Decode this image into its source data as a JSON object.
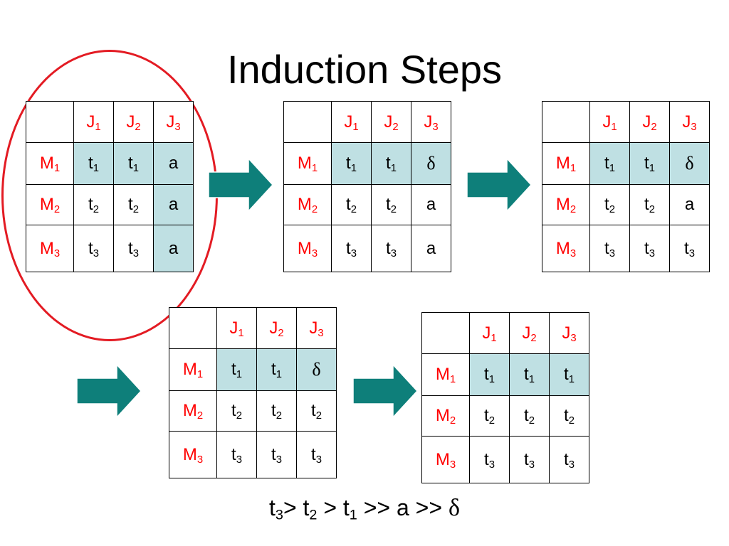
{
  "title": "Induction Steps",
  "colors": {
    "header_text": "#ff0000",
    "highlight_fill": "#bfe0e3",
    "arrow_fill": "#0e7f7a",
    "ring_stroke": "#e31b23"
  },
  "tables": [
    {
      "cols": [
        [
          "J",
          "1"
        ],
        [
          "J",
          "2"
        ],
        [
          "J",
          "3"
        ]
      ],
      "rows": [
        {
          "label": [
            "M",
            "1"
          ],
          "cells": [
            [
              "t",
              "1"
            ],
            [
              "t",
              "1"
            ],
            [
              "a",
              ""
            ]
          ]
        },
        {
          "label": [
            "M",
            "2"
          ],
          "cells": [
            [
              "t",
              "2"
            ],
            [
              "t",
              "2"
            ],
            [
              "a",
              ""
            ]
          ]
        },
        {
          "label": [
            "M",
            "3"
          ],
          "cells": [
            [
              "t",
              "3"
            ],
            [
              "t",
              "3"
            ],
            [
              "a",
              ""
            ]
          ]
        }
      ],
      "highlight": [
        [
          0,
          0
        ],
        [
          0,
          1
        ],
        [
          0,
          2
        ],
        [
          1,
          2
        ],
        [
          2,
          2
        ]
      ]
    },
    {
      "cols": [
        [
          "J",
          "1"
        ],
        [
          "J",
          "2"
        ],
        [
          "J",
          "3"
        ]
      ],
      "rows": [
        {
          "label": [
            "M",
            "1"
          ],
          "cells": [
            [
              "t",
              "1"
            ],
            [
              "t",
              "1"
            ],
            [
              "δ",
              ""
            ]
          ]
        },
        {
          "label": [
            "M",
            "2"
          ],
          "cells": [
            [
              "t",
              "2"
            ],
            [
              "t",
              "2"
            ],
            [
              "a",
              ""
            ]
          ]
        },
        {
          "label": [
            "M",
            "3"
          ],
          "cells": [
            [
              "t",
              "3"
            ],
            [
              "t",
              "3"
            ],
            [
              "a",
              ""
            ]
          ]
        }
      ],
      "highlight": [
        [
          0,
          0
        ],
        [
          0,
          1
        ],
        [
          0,
          2
        ]
      ]
    },
    {
      "cols": [
        [
          "J",
          "1"
        ],
        [
          "J",
          "2"
        ],
        [
          "J",
          "3"
        ]
      ],
      "rows": [
        {
          "label": [
            "M",
            "1"
          ],
          "cells": [
            [
              "t",
              "1"
            ],
            [
              "t",
              "1"
            ],
            [
              "δ",
              ""
            ]
          ]
        },
        {
          "label": [
            "M",
            "2"
          ],
          "cells": [
            [
              "t",
              "2"
            ],
            [
              "t",
              "2"
            ],
            [
              "a",
              ""
            ]
          ]
        },
        {
          "label": [
            "M",
            "3"
          ],
          "cells": [
            [
              "t",
              "3"
            ],
            [
              "t",
              "3"
            ],
            [
              "t",
              "3"
            ]
          ]
        }
      ],
      "highlight": [
        [
          0,
          0
        ],
        [
          0,
          1
        ],
        [
          0,
          2
        ]
      ]
    },
    {
      "cols": [
        [
          "J",
          "1"
        ],
        [
          "J",
          "2"
        ],
        [
          "J",
          "3"
        ]
      ],
      "rows": [
        {
          "label": [
            "M",
            "1"
          ],
          "cells": [
            [
              "t",
              "1"
            ],
            [
              "t",
              "1"
            ],
            [
              "δ",
              ""
            ]
          ]
        },
        {
          "label": [
            "M",
            "2"
          ],
          "cells": [
            [
              "t",
              "2"
            ],
            [
              "t",
              "2"
            ],
            [
              "t",
              "2"
            ]
          ]
        },
        {
          "label": [
            "M",
            "3"
          ],
          "cells": [
            [
              "t",
              "3"
            ],
            [
              "t",
              "3"
            ],
            [
              "t",
              "3"
            ]
          ]
        }
      ],
      "highlight": [
        [
          0,
          0
        ],
        [
          0,
          1
        ],
        [
          0,
          2
        ]
      ]
    },
    {
      "cols": [
        [
          "J",
          "1"
        ],
        [
          "J",
          "2"
        ],
        [
          "J",
          "3"
        ]
      ],
      "rows": [
        {
          "label": [
            "M",
            "1"
          ],
          "cells": [
            [
              "t",
              "1"
            ],
            [
              "t",
              "1"
            ],
            [
              "t",
              "1"
            ]
          ]
        },
        {
          "label": [
            "M",
            "2"
          ],
          "cells": [
            [
              "t",
              "2"
            ],
            [
              "t",
              "2"
            ],
            [
              "t",
              "2"
            ]
          ]
        },
        {
          "label": [
            "M",
            "3"
          ],
          "cells": [
            [
              "t",
              "3"
            ],
            [
              "t",
              "3"
            ],
            [
              "t",
              "3"
            ]
          ]
        }
      ],
      "highlight": [
        [
          0,
          0
        ],
        [
          0,
          1
        ],
        [
          0,
          2
        ]
      ]
    }
  ],
  "ordering": [
    [
      "t",
      "3"
    ],
    [
      "> t",
      "2"
    ],
    [
      "> t",
      "1"
    ],
    [
      ">> a >> ",
      ""
    ],
    [
      "δ",
      ""
    ]
  ]
}
